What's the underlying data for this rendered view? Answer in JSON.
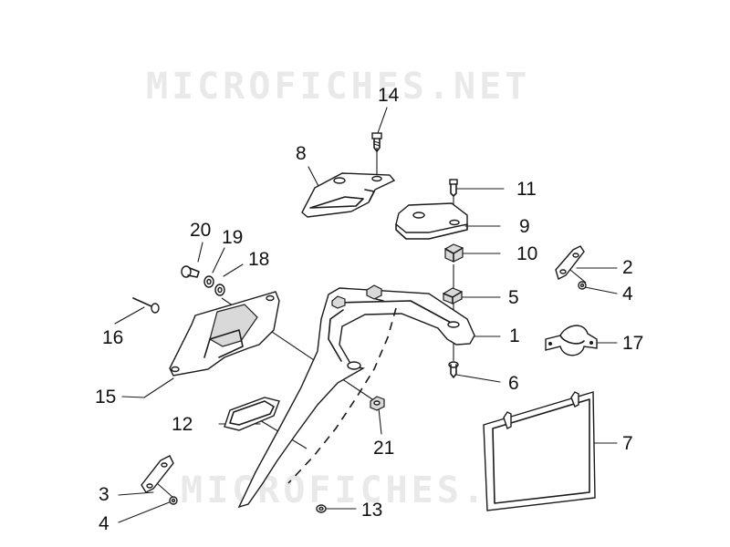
{
  "watermark": {
    "top": "MICROFICHES.NET",
    "bottom": "MICROFICHES.NET"
  },
  "callouts": [
    {
      "id": "c1",
      "label": "1"
    },
    {
      "id": "c2",
      "label": "2"
    },
    {
      "id": "c3",
      "label": "3"
    },
    {
      "id": "c4a",
      "label": "4"
    },
    {
      "id": "c4b",
      "label": "4"
    },
    {
      "id": "c5",
      "label": "5"
    },
    {
      "id": "c6",
      "label": "6"
    },
    {
      "id": "c7",
      "label": "7"
    },
    {
      "id": "c8",
      "label": "8"
    },
    {
      "id": "c9",
      "label": "9"
    },
    {
      "id": "c10",
      "label": "10"
    },
    {
      "id": "c11",
      "label": "11"
    },
    {
      "id": "c12",
      "label": "12"
    },
    {
      "id": "c13",
      "label": "13"
    },
    {
      "id": "c14",
      "label": "14"
    },
    {
      "id": "c15",
      "label": "15"
    },
    {
      "id": "c16",
      "label": "16"
    },
    {
      "id": "c17",
      "label": "17"
    },
    {
      "id": "c18",
      "label": "18"
    },
    {
      "id": "c19",
      "label": "19"
    },
    {
      "id": "c20",
      "label": "20"
    },
    {
      "id": "c21",
      "label": "21"
    }
  ]
}
